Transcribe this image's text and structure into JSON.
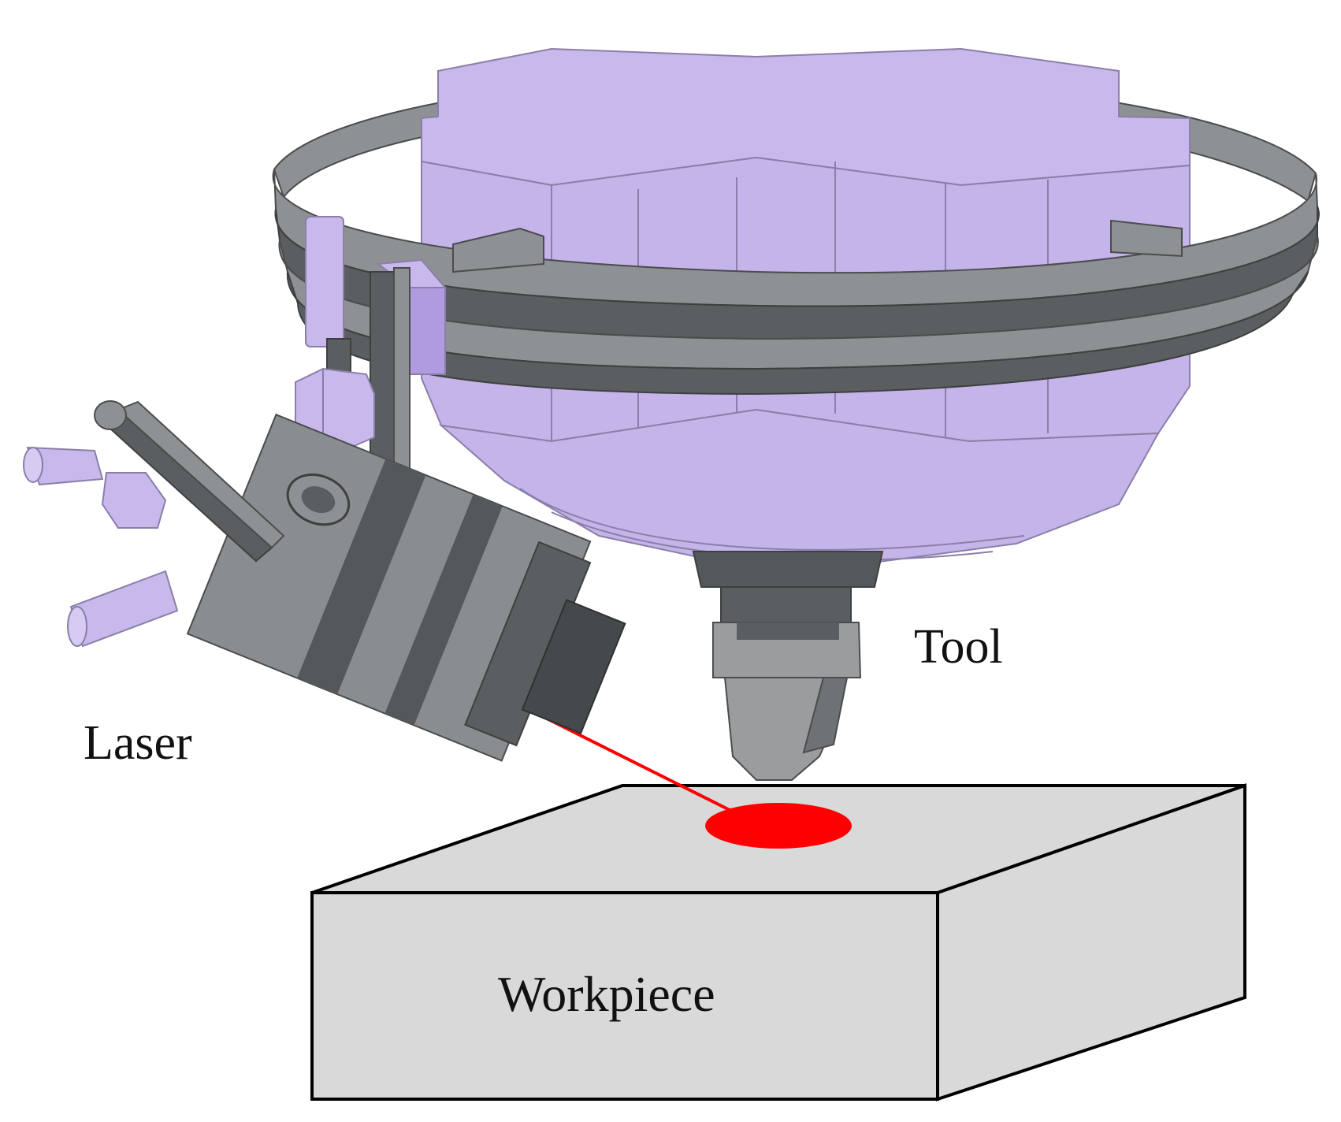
{
  "labels": {
    "tool": "Tool",
    "laser": "Laser",
    "workpiece": "Workpiece"
  },
  "colors": {
    "background": "#ffffff",
    "spindle_head": "#c8b8ec",
    "spindle_edge": "#8a7fa8",
    "ring_light": "#8e9193",
    "ring_dark": "#5b5e60",
    "laser_body": "#8a8d8f",
    "laser_band": "#54585a",
    "tool_grey": "#9a9c9e",
    "laser_beam": "#ff0000",
    "laser_spot": "#ff0000",
    "workpiece_face": "#d9d9d9",
    "workpiece_edge": "#000000",
    "label_text": "#111111"
  }
}
